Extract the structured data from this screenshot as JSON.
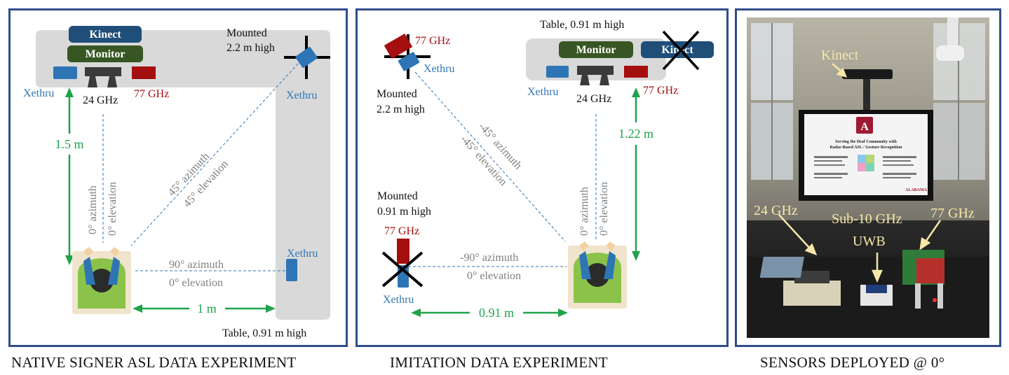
{
  "colors": {
    "border": "#2f4d8a",
    "table": "#d9d9d9",
    "kinect": "#1f4e79",
    "monitor": "#375623",
    "xethru": "#2e75b6",
    "radar77": "#a50f0f",
    "radar24": "#3a3a3a",
    "green": "#1fa34a",
    "gray_text": "#7f7f7f"
  },
  "panel1": {
    "kinect": "Kinect",
    "monitor": "Monitor",
    "mounted_line1": "Mounted",
    "mounted_line2": "2.2 m high",
    "xethru_left": "Xethru",
    "ghz24": "24 GHz",
    "ghz77": "77 GHz",
    "xethru_mounted": "Xethru",
    "dist_vertical": "1.5 m",
    "az0": "0° azimuth",
    "el0": "0° elevation",
    "az45": "45° azimuth",
    "el45": "45° elevation",
    "xethru_side": "Xethru",
    "az90": "90° azimuth",
    "el0_side": "0° elevation",
    "dist_horizontal": "1 m",
    "table_label": "Table, 0.91 m high"
  },
  "panel2": {
    "table_label": "Table, 0.91 m high",
    "monitor": "Monitor",
    "kinect": "Kinect",
    "ghz77_top": "77 GHz",
    "xethru_top": "Xethru",
    "mounted_line1": "Mounted",
    "mounted_line2": "2.2 m high",
    "xethru_table": "Xethru",
    "ghz24": "24 GHz",
    "ghz77_table": "77 GHz",
    "az_neg45": "-45° azimuth",
    "el_neg45": "-45° elevation",
    "dist_vertical": "1.22 m",
    "az0": "0° azimuth",
    "el0": "0° elevation",
    "mounted091_line1": "Mounted",
    "mounted091_line2": "0.91 m high",
    "ghz77_side": "77 GHz",
    "az_neg90": "-90° azimuth",
    "el0_side": "0° elevation",
    "xethru_side": "Xethru",
    "dist_horizontal": "0.91 m"
  },
  "panel3": {
    "kinect": "Kinect",
    "ghz24": "24 GHz",
    "sub10_line1": "Sub-10 GHz",
    "sub10_line2": "UWB",
    "ghz77": "77 GHz",
    "slide_title_line1": "Serving the Deaf Community with",
    "slide_title_line2": "Radar-Based ASL / Gesture Recognition",
    "slide_footer": "ALABAMA"
  },
  "captions": {
    "left": "NATIVE SIGNER ASL DATA EXPERIMENT",
    "middle": "IMITATION DATA EXPERIMENT",
    "right": "SENSORS DEPLOYED @ 0°"
  }
}
